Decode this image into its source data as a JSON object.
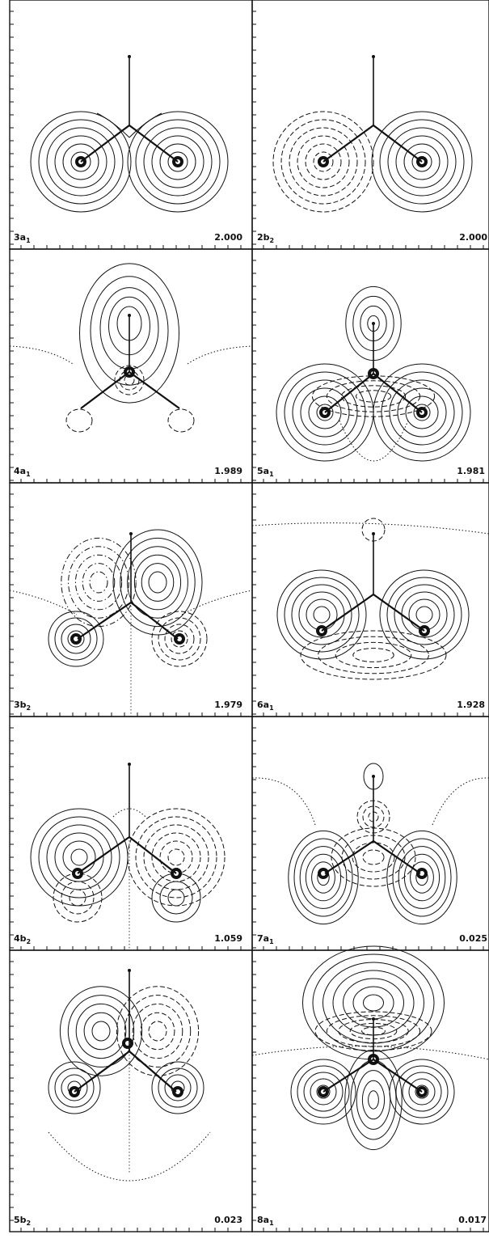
{
  "figure": {
    "panels": [
      {
        "orbital": "3a",
        "sub": "1",
        "value": "2.000"
      },
      {
        "orbital": "2b",
        "sub": "2",
        "value": "2.000"
      },
      {
        "orbital": "4a",
        "sub": "1",
        "value": "1.989"
      },
      {
        "orbital": "5a",
        "sub": "1",
        "value": "1.981"
      },
      {
        "orbital": "3b",
        "sub": "2",
        "value": "1.979"
      },
      {
        "orbital": "6a",
        "sub": "1",
        "value": "1.928"
      },
      {
        "orbital": "4b",
        "sub": "2",
        "value": "1.059"
      },
      {
        "orbital": "7a",
        "sub": "1",
        "value": "0.025"
      },
      {
        "orbital": "5b",
        "sub": "2",
        "value": "0.023"
      },
      {
        "orbital": "8a",
        "sub": "1",
        "value": "0.017"
      }
    ]
  },
  "colors": {
    "ink": "#111111",
    "background": "#ffffff"
  }
}
